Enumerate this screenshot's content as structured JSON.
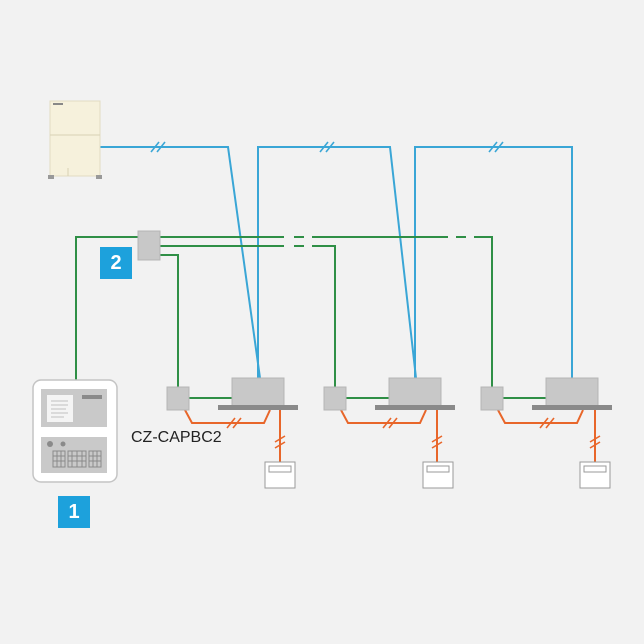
{
  "diagram": {
    "colors": {
      "background": "#f2f2f2",
      "refrigerant_pipe": "#3aa6d6",
      "bus_wire": "#2f8f46",
      "remote_wire": "#e8662a",
      "badge": "#1da1dc",
      "device_gray": "#c8c8c8",
      "device_dark": "#8a8a8a"
    },
    "badges": [
      {
        "id": "central-controller",
        "label": "1"
      },
      {
        "id": "interface-adaptor",
        "label": "2"
      }
    ],
    "model_label": "CZ-CAPBC2",
    "indoor_units": 3,
    "icons": [
      "outdoor-unit-icon",
      "central-controller-icon",
      "adaptor-box-icon",
      "indoor-unit-icon",
      "wired-remote-icon"
    ]
  }
}
